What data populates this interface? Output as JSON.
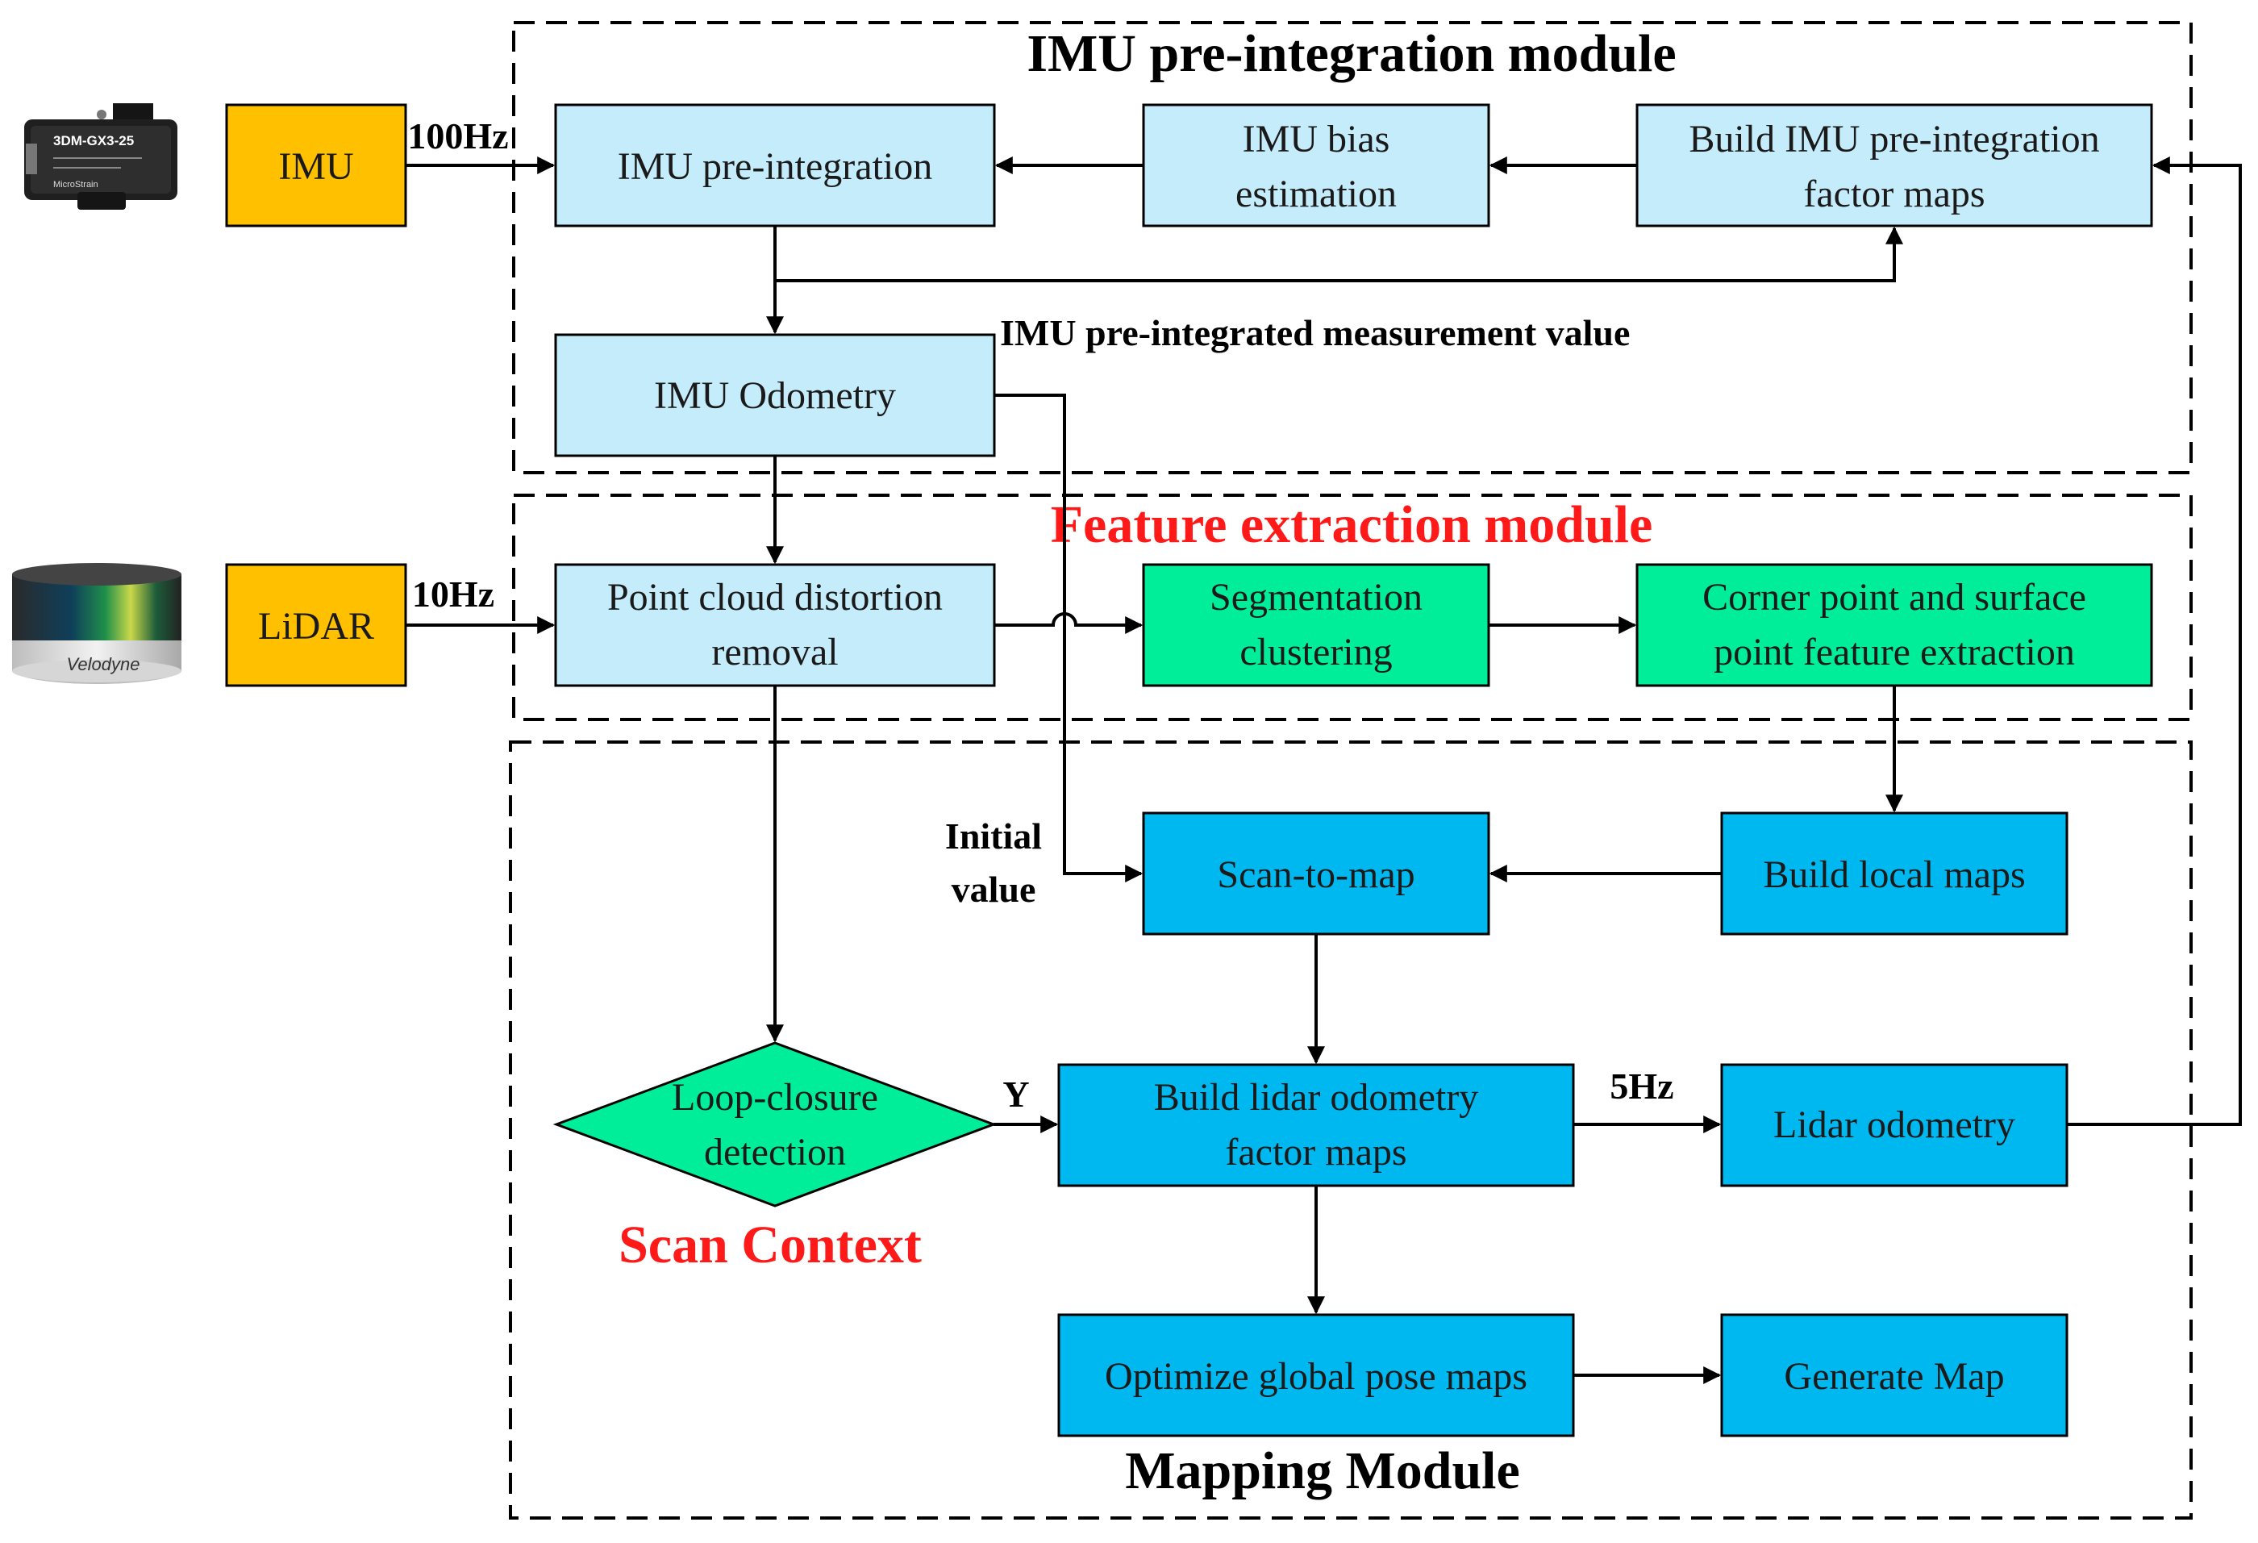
{
  "modules": {
    "imu_title": "IMU pre-integration module",
    "feature_title": "Feature extraction module",
    "mapping_title": "Mapping Module",
    "scan_context": "Scan Context"
  },
  "sources": {
    "imu": "IMU",
    "lidar": "LiDAR",
    "imu_rate": "100Hz",
    "lidar_rate": "10Hz"
  },
  "devices": {
    "imu_model": "3DM-GX3",
    "imu_model_suffix": "-25",
    "imu_brand": "MicroStrain",
    "lidar_brand": "Velodyne"
  },
  "boxes": {
    "imu_preint": [
      "IMU pre-integration"
    ],
    "imu_bias": [
      "IMU bias",
      "estimation"
    ],
    "build_imu_factor": [
      "Build IMU pre-integration",
      "factor maps"
    ],
    "imu_odometry": [
      "IMU Odometry"
    ],
    "point_cloud": [
      "Point cloud distortion",
      "removal"
    ],
    "segmentation": [
      "Segmentation",
      "clustering"
    ],
    "corner_feature": [
      "Corner point and surface",
      "point feature extraction"
    ],
    "scan_to_map": [
      "Scan-to-map"
    ],
    "build_local": [
      "Build local maps"
    ],
    "loop_closure": [
      "Loop-closure",
      "detection"
    ],
    "build_lidar_factor": [
      "Build lidar odometry",
      "factor maps"
    ],
    "lidar_odometry": [
      "Lidar odometry"
    ],
    "optimize_global": [
      "Optimize global pose maps"
    ],
    "generate_map": [
      "Generate Map"
    ]
  },
  "labels": {
    "imu_measurement": "IMU pre-integrated measurement value",
    "initial_value": [
      "Initial",
      "value"
    ],
    "yes": "Y",
    "rate_5hz": "5Hz"
  },
  "colors": {
    "source_fill": "#ffc000",
    "light_blue": "#c5ecfa",
    "mint": "#00ee99",
    "blue": "#00b8f0",
    "module_title_red": "#ff1a1a"
  }
}
